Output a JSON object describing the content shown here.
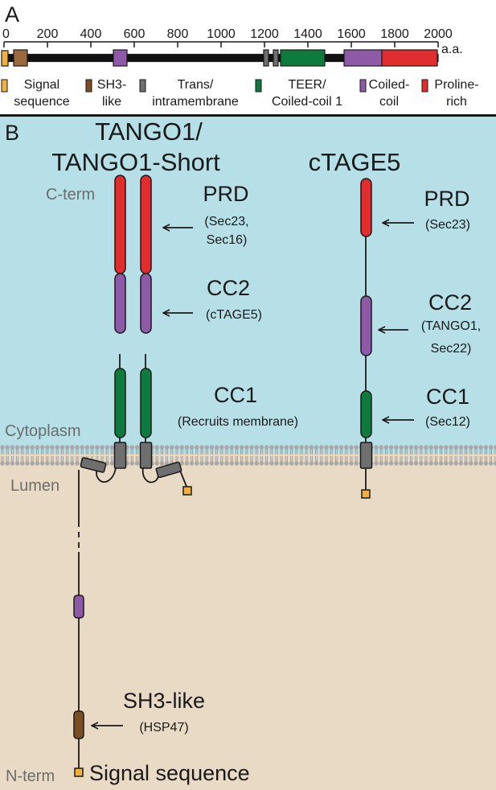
{
  "colors": {
    "signal": "#f4b03c",
    "sh3": "#7a4e22",
    "sh3_b": "#9a6a3e",
    "tm": "#6f6f6f",
    "teer": "#0f7a3e",
    "coiled": "#8e5aa8",
    "proline": "#e02d2f",
    "cytoplasm": "#b6dfe7",
    "lumen": "#e9dac6",
    "outline": "#1a1a1a"
  },
  "panelA": {
    "label": "A",
    "axis": {
      "ticks": [
        "0",
        "200",
        "400",
        "600",
        "800",
        "1000",
        "1200",
        "1400",
        "1600",
        "1800",
        "2000"
      ],
      "unit": "a.a."
    },
    "legend": [
      {
        "lines": [
          "Signal",
          "sequence"
        ],
        "color_key": "signal"
      },
      {
        "lines": [
          "SH3-",
          "like"
        ],
        "color_key": "sh3"
      },
      {
        "lines": [
          "Trans/",
          "intramembrane"
        ],
        "color_key": "tm"
      },
      {
        "lines": [
          "TEER/",
          "Coiled-coil 1"
        ],
        "color_key": "teer"
      },
      {
        "lines": [
          "Coiled-",
          "coil"
        ],
        "color_key": "coiled"
      },
      {
        "lines": [
          "Proline-",
          "rich"
        ],
        "color_key": "proline"
      }
    ]
  },
  "panelB": {
    "label": "B",
    "tango_title_1": "TANGO1/",
    "tango_title_2": "TANGO1-Short",
    "ctage_title": "cTAGE5",
    "cterm": "C-term",
    "cytoplasm": "Cytoplasm",
    "lumen": "Lumen",
    "nterm": "N-term",
    "tango": {
      "prd": "PRD",
      "prd_p1": "(Sec23,",
      "prd_p2": "Sec16)",
      "cc2": "CC2",
      "cc2_p": "(cTAGE5)",
      "cc1": "CC1",
      "cc1_p": "(Recruits membrane)"
    },
    "ctage": {
      "prd": "PRD",
      "prd_p": "(Sec23)",
      "cc2": "CC2",
      "cc2_p1": "(TANGO1,",
      "cc2_p2": "Sec22)",
      "cc1": "CC1",
      "cc1_p": "(Sec12)"
    },
    "sh3": "SH3-like",
    "sh3_p": "(HSP47)",
    "signal": "Signal sequence"
  }
}
